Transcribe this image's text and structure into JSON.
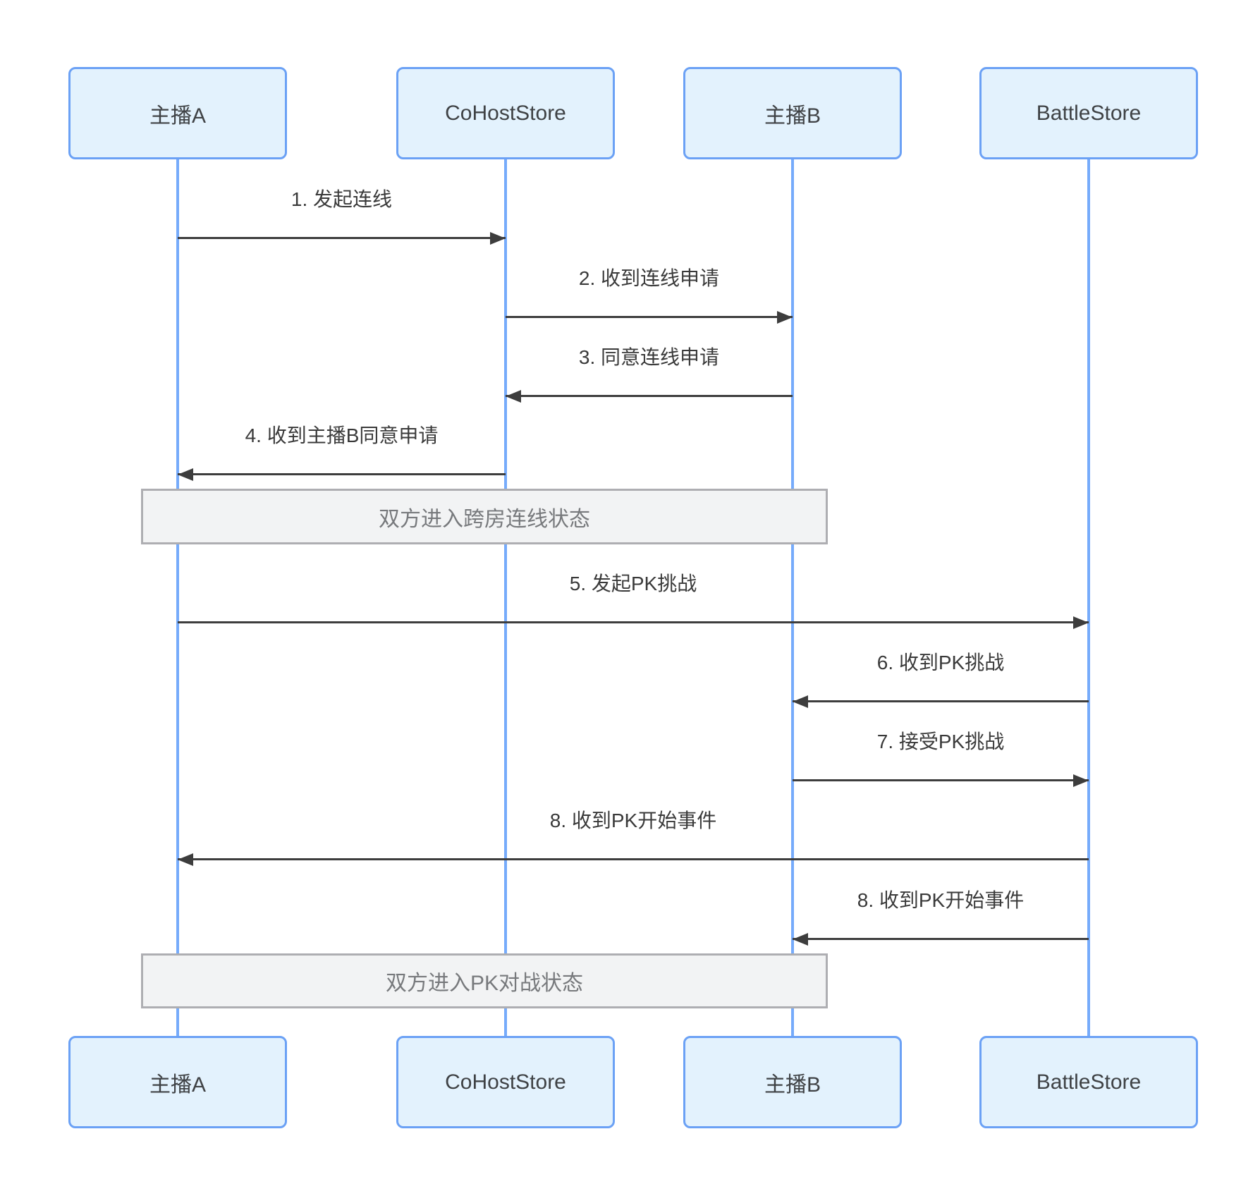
{
  "actors": [
    {
      "name": "主播A"
    },
    {
      "name": "CoHostStore"
    },
    {
      "name": "主播B"
    },
    {
      "name": "BattleStore"
    }
  ],
  "messages": [
    {
      "seq": "1",
      "label": "1. 发起连线",
      "from": "主播A",
      "to": "CoHostStore",
      "direction": "right"
    },
    {
      "seq": "2",
      "label": "2. 收到连线申请",
      "from": "CoHostStore",
      "to": "主播B",
      "direction": "right"
    },
    {
      "seq": "3",
      "label": "3. 同意连线申请",
      "from": "主播B",
      "to": "CoHostStore",
      "direction": "left"
    },
    {
      "seq": "4",
      "label": "4. 收到主播B同意申请",
      "from": "CoHostStore",
      "to": "主播A",
      "direction": "left"
    },
    {
      "seq": "5",
      "label": "5. 发起PK挑战",
      "from": "主播A",
      "to": "BattleStore",
      "direction": "right"
    },
    {
      "seq": "6",
      "label": "6. 收到PK挑战",
      "from": "BattleStore",
      "to": "主播B",
      "direction": "left"
    },
    {
      "seq": "7",
      "label": "7. 接受PK挑战",
      "from": "主播B",
      "to": "BattleStore",
      "direction": "right"
    },
    {
      "seq": "8",
      "label": "8. 收到PK开始事件",
      "from": "BattleStore",
      "to": "主播A",
      "direction": "left"
    },
    {
      "seq": "8",
      "label": "8. 收到PK开始事件",
      "from": "BattleStore",
      "to": "主播B",
      "direction": "left"
    }
  ],
  "notes": [
    {
      "text": "双方进入跨房连线状态"
    },
    {
      "text": "双方进入PK对战状态"
    }
  ],
  "colors": {
    "actor_fill": "#e3f2fd",
    "actor_border": "#6ba1f5",
    "lifeline": "#76abfb",
    "arrow": "#3d3d3d",
    "message_text": "#3a3a3a",
    "note_fill": "#f2f3f4",
    "note_border": "#aeaeb2",
    "note_text": "#77797c"
  }
}
